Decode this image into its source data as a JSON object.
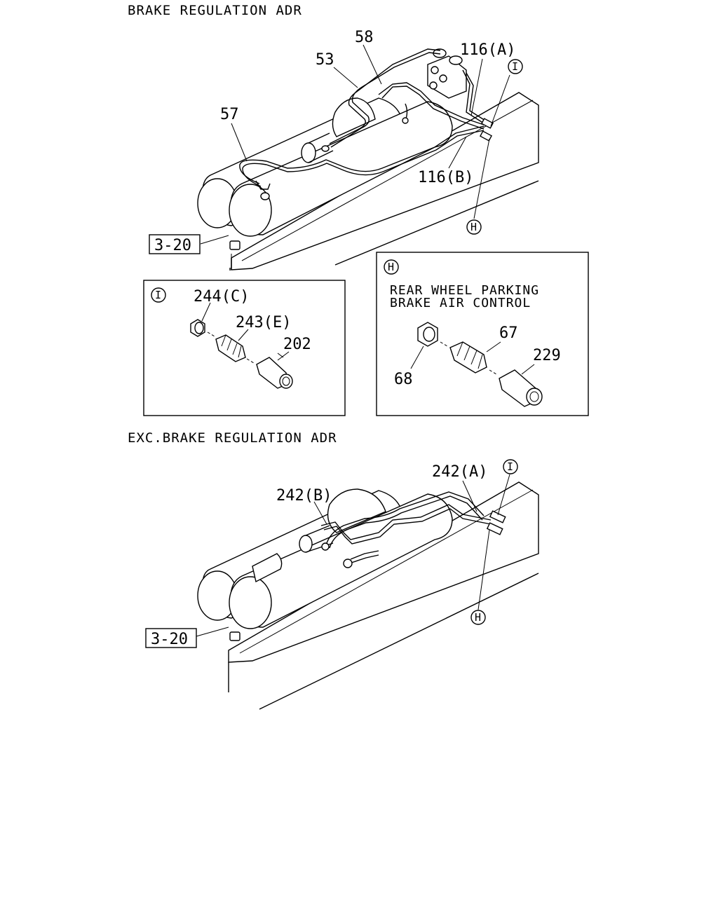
{
  "upper_section": {
    "heading": "BRAKE REGULATION ADR",
    "callouts": {
      "c58": "58",
      "c53": "53",
      "c116a": "116(A)",
      "c57": "57",
      "c116b": "116(B)"
    },
    "ref_box": "3-20",
    "markers": {
      "i": "I",
      "h": "H"
    }
  },
  "detail_i": {
    "marker": "I",
    "callouts": {
      "c244c": "244(C)",
      "c243e": "243(E)",
      "c202": "202"
    }
  },
  "detail_h": {
    "marker": "H",
    "note_line1": "REAR WHEEL PARKING",
    "note_line2": "BRAKE AIR CONTROL",
    "callouts": {
      "c67": "67",
      "c229": "229",
      "c68": "68"
    }
  },
  "lower_section": {
    "heading": "EXC.BRAKE REGULATION ADR",
    "callouts": {
      "c242a": "242(A)",
      "c242b": "242(B)"
    },
    "ref_box": "3-20",
    "markers": {
      "i": "I",
      "h": "H"
    }
  }
}
